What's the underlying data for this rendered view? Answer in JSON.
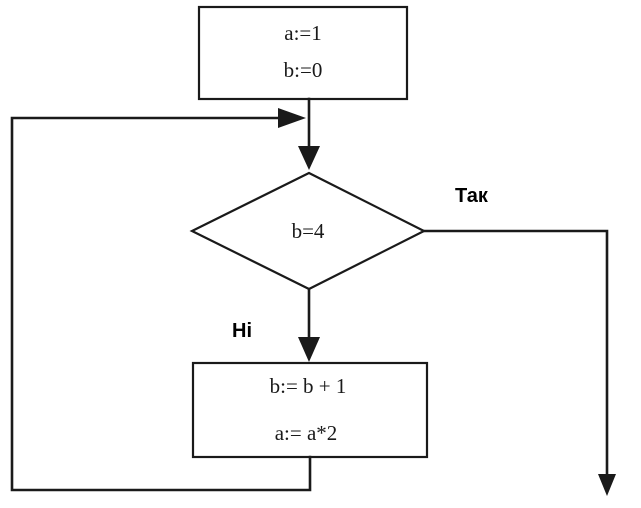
{
  "diagram": {
    "init_block": {
      "lines": [
        "a:=1",
        "b:=0"
      ]
    },
    "condition": {
      "text": "b=4",
      "yes_label": "Так",
      "no_label": "Ні"
    },
    "body_block": {
      "lines": [
        "b:= b + 1",
        "a:= a*2"
      ]
    }
  }
}
